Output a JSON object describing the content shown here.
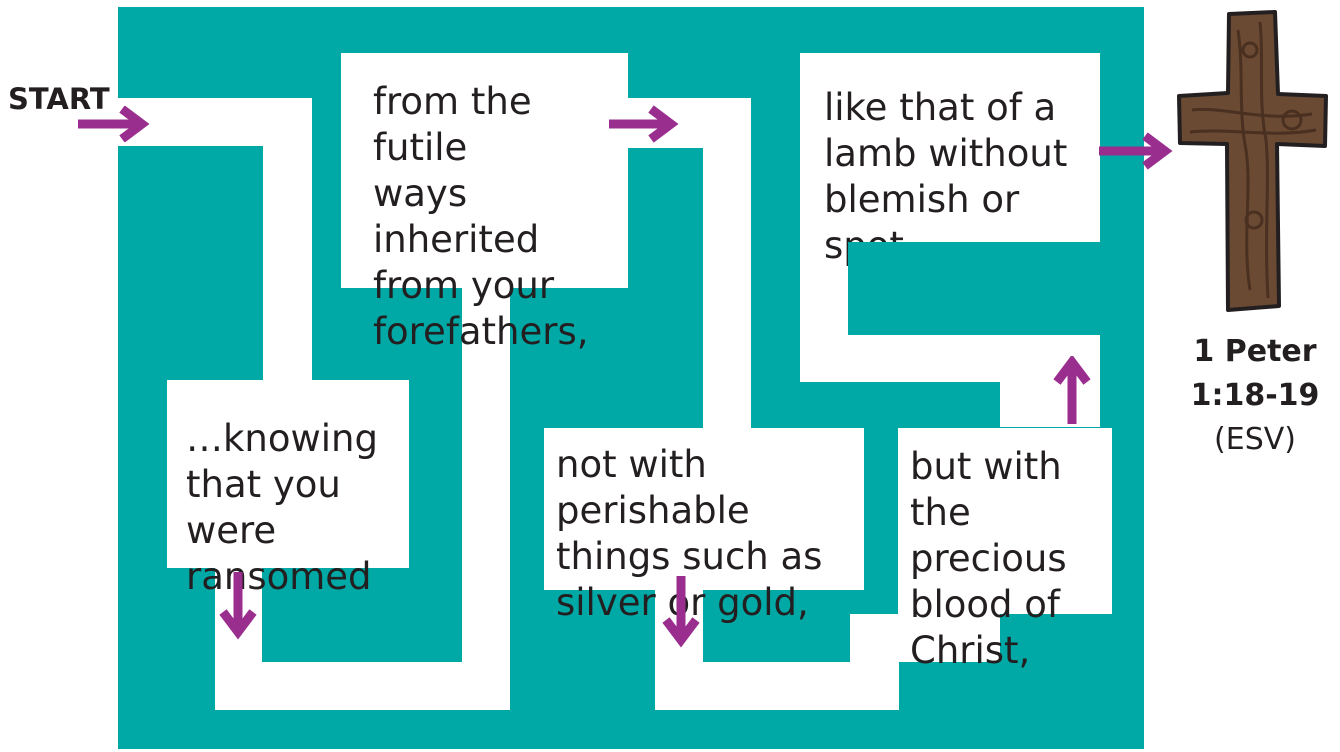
{
  "start_label": "START",
  "boxes": [
    {
      "id": "b1",
      "text": "…knowing\nthat you were\nransomed"
    },
    {
      "id": "b2",
      "text": "from the futile\nways inherited\nfrom your\nforefathers,"
    },
    {
      "id": "b3",
      "text": "not with perishable\nthings such as\nsilver or gold,"
    },
    {
      "id": "b4",
      "text": "but with the\nprecious\nblood of\nChrist,"
    },
    {
      "id": "b5",
      "text": "like that of a\nlamb without\nblemish or spot."
    }
  ],
  "reference": {
    "book": "1 Peter",
    "verse": "1:18-19",
    "version": "(ESV)"
  },
  "colors": {
    "maze": "#00a9a6",
    "path": "#ffffff",
    "arrow": "#9a2e8f",
    "cross_wood": "#6b4a33"
  }
}
